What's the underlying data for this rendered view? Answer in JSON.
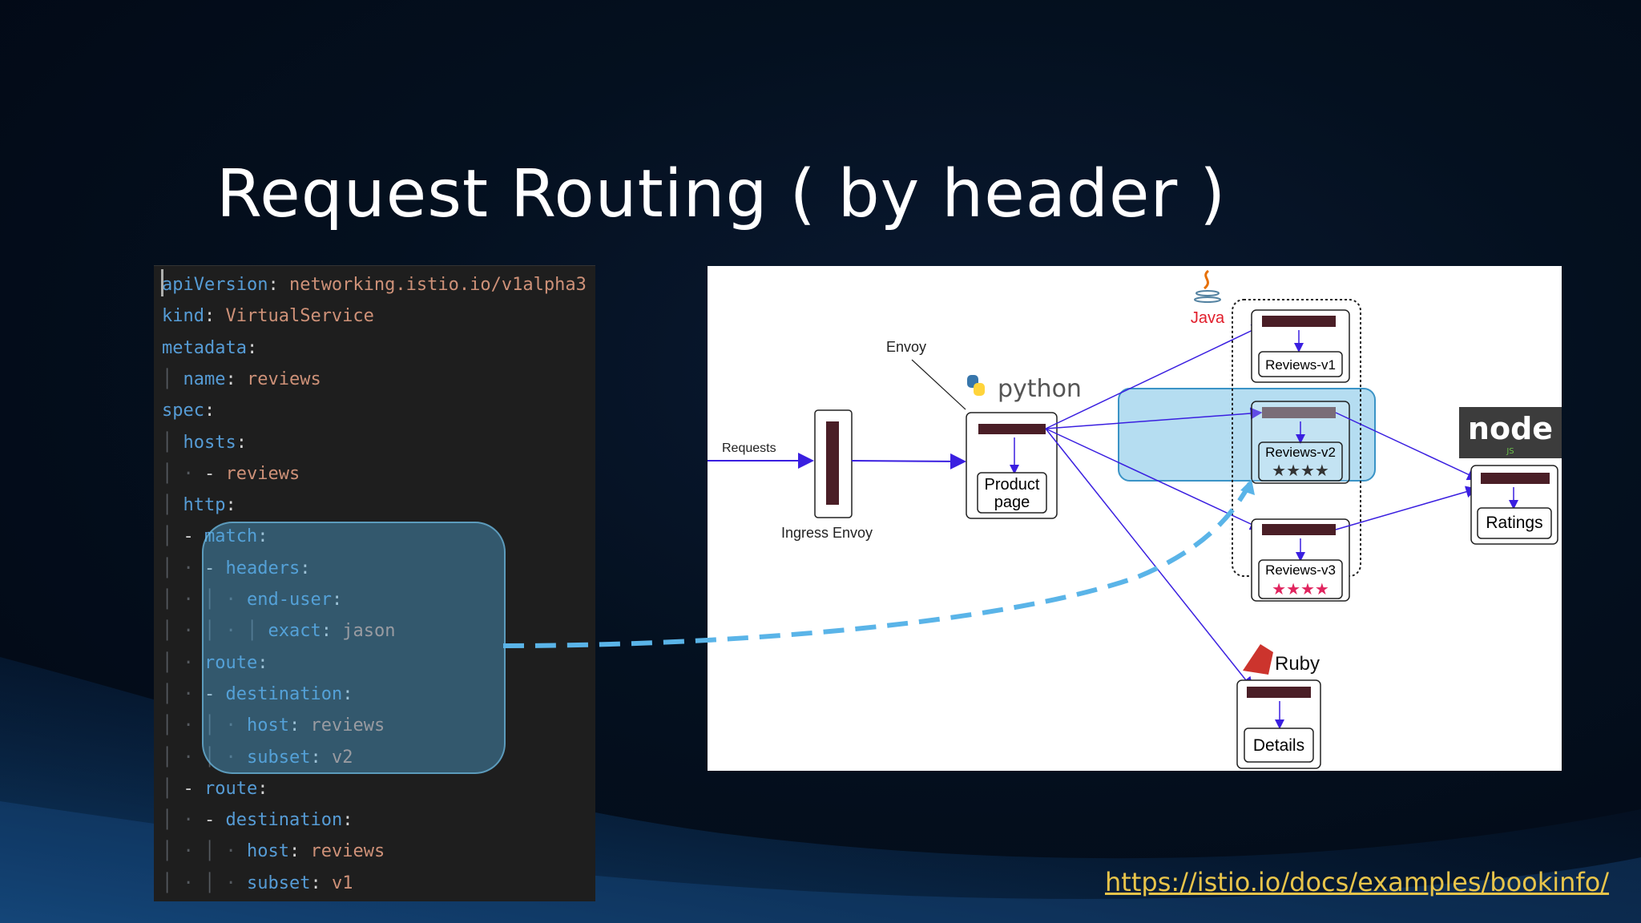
{
  "slide": {
    "title": "Request Routing ( by header )",
    "url": "https://istio.io/docs/examples/bookinfo/"
  },
  "code": {
    "lines": [
      {
        "indent": 0,
        "parts": [
          [
            "k",
            "apiVersion"
          ],
          [
            "p",
            ": "
          ],
          [
            "s",
            "networking.istio.io/v1alpha3"
          ]
        ]
      },
      {
        "indent": 0,
        "parts": [
          [
            "k",
            "kind"
          ],
          [
            "p",
            ": "
          ],
          [
            "s",
            "VirtualService"
          ]
        ]
      },
      {
        "indent": 0,
        "parts": [
          [
            "k",
            "metadata"
          ],
          [
            "p",
            ":"
          ]
        ]
      },
      {
        "indent": 1,
        "parts": [
          [
            "k",
            "name"
          ],
          [
            "p",
            ": "
          ],
          [
            "s",
            "reviews"
          ]
        ]
      },
      {
        "indent": 0,
        "parts": [
          [
            "k",
            "spec"
          ],
          [
            "p",
            ":"
          ]
        ]
      },
      {
        "indent": 1,
        "parts": [
          [
            "k",
            "hosts"
          ],
          [
            "p",
            ":"
          ]
        ]
      },
      {
        "indent": 2,
        "parts": [
          [
            "p",
            "- "
          ],
          [
            "s",
            "reviews"
          ]
        ]
      },
      {
        "indent": 1,
        "parts": [
          [
            "k",
            "http"
          ],
          [
            "p",
            ":"
          ]
        ]
      },
      {
        "indent": 1,
        "parts": [
          [
            "p",
            "- "
          ],
          [
            "k",
            "match"
          ],
          [
            "p",
            ":"
          ]
        ]
      },
      {
        "indent": 2,
        "parts": [
          [
            "p",
            "- "
          ],
          [
            "k",
            "headers"
          ],
          [
            "p",
            ":"
          ]
        ]
      },
      {
        "indent": 4,
        "parts": [
          [
            "k",
            "end-user"
          ],
          [
            "p",
            ":"
          ]
        ]
      },
      {
        "indent": 5,
        "parts": [
          [
            "k",
            "exact"
          ],
          [
            "p",
            ": "
          ],
          [
            "s",
            "jason"
          ]
        ]
      },
      {
        "indent": 2,
        "parts": [
          [
            "k",
            "route"
          ],
          [
            "p",
            ":"
          ]
        ]
      },
      {
        "indent": 2,
        "parts": [
          [
            "p",
            "- "
          ],
          [
            "k",
            "destination"
          ],
          [
            "p",
            ":"
          ]
        ]
      },
      {
        "indent": 4,
        "parts": [
          [
            "k",
            "host"
          ],
          [
            "p",
            ": "
          ],
          [
            "s",
            "reviews"
          ]
        ]
      },
      {
        "indent": 4,
        "parts": [
          [
            "k",
            "subset"
          ],
          [
            "p",
            ": "
          ],
          [
            "s",
            "v2"
          ]
        ]
      },
      {
        "indent": 1,
        "parts": [
          [
            "p",
            "- "
          ],
          [
            "k",
            "route"
          ],
          [
            "p",
            ":"
          ]
        ]
      },
      {
        "indent": 2,
        "parts": [
          [
            "p",
            "- "
          ],
          [
            "k",
            "destination"
          ],
          [
            "p",
            ":"
          ]
        ]
      },
      {
        "indent": 4,
        "parts": [
          [
            "k",
            "host"
          ],
          [
            "p",
            ": "
          ],
          [
            "s",
            "reviews"
          ]
        ]
      },
      {
        "indent": 4,
        "parts": [
          [
            "k",
            "subset"
          ],
          [
            "p",
            ": "
          ],
          [
            "s",
            "v1"
          ]
        ]
      }
    ]
  },
  "diagram": {
    "requests": "Requests",
    "ingress_envoy": "Ingress Envoy",
    "envoy": "Envoy",
    "python": "python",
    "java": "Java",
    "ruby": "Ruby",
    "node": "node",
    "node_js": "JS",
    "product_page_1": "Product",
    "product_page_2": "page",
    "reviews_v1": "Reviews-v1",
    "reviews_v2": "Reviews-v2",
    "reviews_v3": "Reviews-v3",
    "ratings": "Ratings",
    "details": "Details",
    "stars_v2": "★★★★",
    "stars_v3": "★★★★",
    "colors": {
      "envoy_bar": "#4a1e26",
      "arrow": "#3a1fe0",
      "highlight": "#5ab4e0",
      "star_v3": "#e0245e",
      "star_v2": "#333333"
    }
  }
}
